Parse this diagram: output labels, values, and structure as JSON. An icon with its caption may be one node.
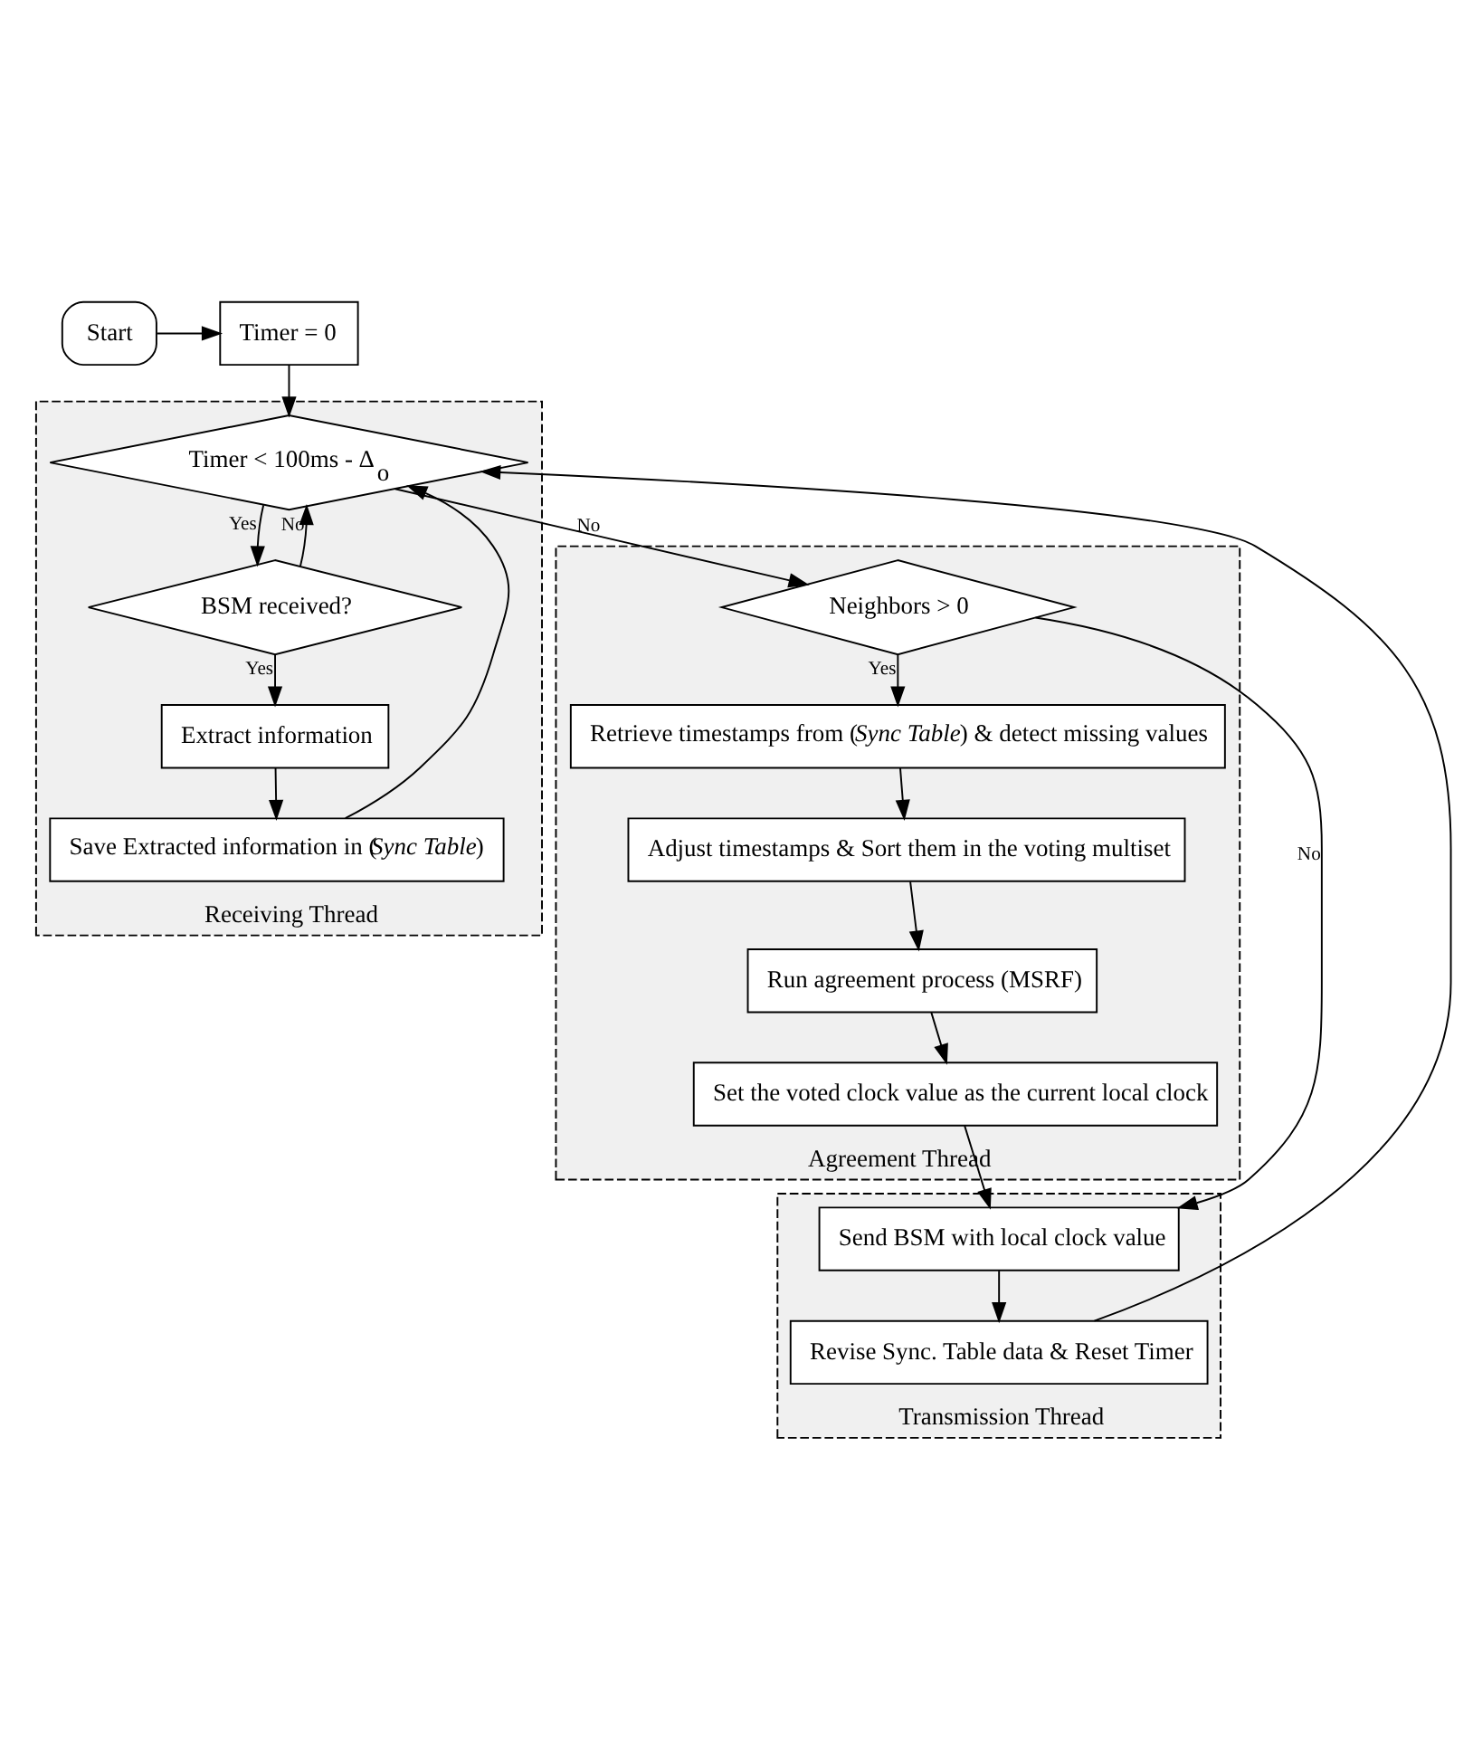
{
  "diagram": {
    "nodes": [
      {
        "text": [
          "Timer = 0"
        ]
      },
      {
        "text": [
          "Start"
        ]
      },
      {
        "text": [
          "Receiving Thread"
        ]
      },
      {
        "text": [
          "Timer < 100ms - Δ$_{o}$"
        ],
        "in": 2
      },
      {
        "text": [
          "BSM received?"
        ],
        "in": 2
      },
      {
        "text": [
          "Extract information"
        ],
        "in": 2
      },
      {
        "text": [
          "Save Extracted information in (*Sync Table*)"
        ],
        "in": 2
      },
      {
        "text": [
          "Agreement Thread"
        ]
      },
      {
        "text": [
          "Neighbors > 0"
        ],
        "in": 7
      },
      {
        "text": [
          "Retrieve timestamps from (*Sync Table*) & detect missing values"
        ],
        "in": 7
      },
      {
        "text": [
          "Adjust timestamps & Sort them in the voting multiset"
        ],
        "in": 7
      },
      {
        "text": [
          "Run agreement process (MSRF)"
        ],
        "in": 7
      },
      {
        "text": [
          "Set the voted clock value as the current local clock"
        ],
        "in": 7
      },
      {
        "text": [
          "Transmission Thread"
        ]
      },
      {
        "text": [
          "Send BSM with local clock value"
        ],
        "in": 13
      },
      {
        "text": [
          "Revise Sync. Table data & Reset Timer"
        ],
        "in": 13
      }
    ],
    "edges": [
      {
        "from": 1,
        "to": 0,
        "arrow": "to"
      },
      {
        "from": 0,
        "to": 3,
        "arrow": "to"
      },
      {
        "from": 3,
        "to": 8,
        "arrow": "to",
        "label": "No"
      },
      {
        "from": 3,
        "to": 4,
        "arrow": "to",
        "label": "Yes"
      },
      {
        "from": 4,
        "to": 3,
        "arrow": "to",
        "label": "No"
      },
      {
        "from": 4,
        "to": 5,
        "arrow": "to",
        "label": "Yes"
      },
      {
        "from": 5,
        "to": 6,
        "arrow": "to"
      },
      {
        "from": 6,
        "to": 3,
        "arrow": "to"
      },
      {
        "from": 8,
        "to": 9,
        "arrow": "to",
        "label": "Yes"
      },
      {
        "from": 9,
        "to": 10,
        "arrow": "to"
      },
      {
        "from": 10,
        "to": 11,
        "arrow": "to"
      },
      {
        "from": 11,
        "to": 12,
        "arrow": "to"
      },
      {
        "from": 12,
        "to": 14,
        "arrow": "to"
      },
      {
        "from": 8,
        "to": 14,
        "arrow": "to",
        "label": "No"
      },
      {
        "from": 14,
        "to": 15,
        "arrow": "to"
      },
      {
        "from": 15,
        "to": 3,
        "arrow": "to"
      }
    ]
  }
}
